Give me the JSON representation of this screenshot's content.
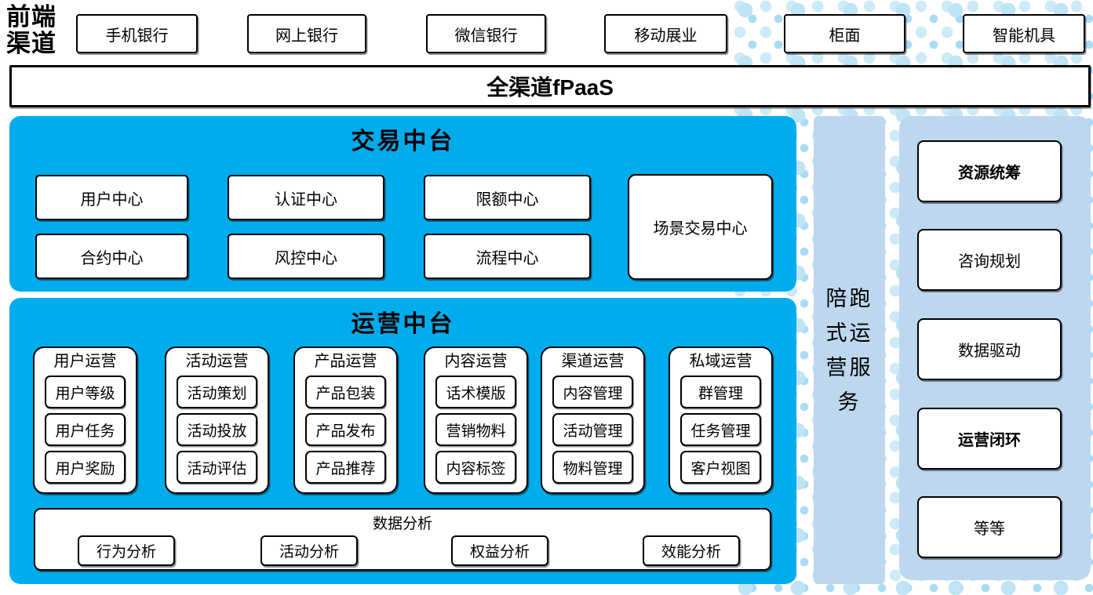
{
  "front_channels": {
    "label": "前端渠道",
    "items": [
      "手机银行",
      "网上银行",
      "微信银行",
      "移动展业",
      "柜面",
      "智能机具"
    ]
  },
  "fpaas": {
    "label": "全渠道fPaaS"
  },
  "trade_platform": {
    "title": "交易中台",
    "centers": [
      "用户中心",
      "认证中心",
      "限额中心",
      "合约中心",
      "风控中心",
      "流程中心"
    ],
    "scene_center": "场景交易中心"
  },
  "operation_platform": {
    "title": "运营中台",
    "columns": [
      {
        "header": "用户运营",
        "items": [
          "用户等级",
          "用户任务",
          "用户奖励"
        ]
      },
      {
        "header": "活动运营",
        "items": [
          "活动策划",
          "活动投放",
          "活动评估"
        ]
      },
      {
        "header": "产品运营",
        "items": [
          "产品包装",
          "产品发布",
          "产品推荐"
        ]
      },
      {
        "header": "内容运营",
        "items": [
          "话术模版",
          "营销物料",
          "内容标签"
        ]
      },
      {
        "header": "渠道运营",
        "items": [
          "内容管理",
          "活动管理",
          "物料管理"
        ]
      },
      {
        "header": "私域运营",
        "items": [
          "群管理",
          "任务管理",
          "客户视图"
        ]
      }
    ],
    "data_analysis": {
      "title": "数据分析",
      "items": [
        "行为分析",
        "活动分析",
        "权益分析",
        "效能分析"
      ]
    }
  },
  "side_service": {
    "label": "陪跑式运营服务"
  },
  "right_panel": {
    "items": [
      "资源统筹",
      "咨询规划",
      "数据驱动",
      "运营闭环",
      "等等"
    ]
  },
  "colors": {
    "accent_blue": "#00ACEC",
    "light_blue": "#BDD7EE",
    "dot_blue": "#A9DCF4"
  }
}
